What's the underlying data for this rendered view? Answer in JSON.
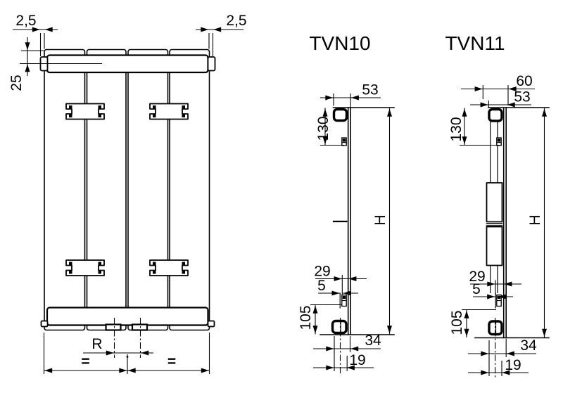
{
  "drawing": {
    "front_view": {
      "label_overhang_left": "2,5",
      "label_overhang_right": "2,5",
      "label_header_offset": "25",
      "label_connection_pitch": "R",
      "label_equal_left": "=",
      "label_equal_right": "="
    },
    "tvn10": {
      "title": "TVN10",
      "label_depth": "53",
      "label_top_clip": "130",
      "label_height": "H",
      "label_clip_back": "29",
      "label_clip_gap": "5",
      "label_bottom_clip": "105",
      "label_foot_depth": "34",
      "label_connection_offset": "19"
    },
    "tvn11": {
      "title": "TVN11",
      "label_total_depth": "60",
      "label_depth": "53",
      "label_top_clip": "130",
      "label_height": "H",
      "label_clip_back": "29",
      "label_clip_gap": "5",
      "label_bottom_clip": "105",
      "label_foot_depth": "34",
      "label_connection_offset": "19"
    },
    "colors": {
      "line": "#000000",
      "background": "#ffffff"
    }
  }
}
